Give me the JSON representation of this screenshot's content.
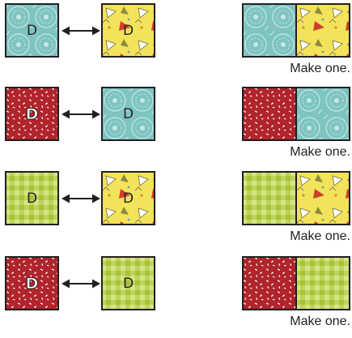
{
  "fabrics": {
    "teal": {
      "name": "teal-medallion",
      "base": "#7ec4c0",
      "accent": "#c9e7e3"
    },
    "yellow": {
      "name": "yellow-geometric",
      "base": "#f2e35a",
      "accent": "#d23c2f"
    },
    "red": {
      "name": "red-confetti",
      "base": "#b0242c",
      "accent": "#ffffff"
    },
    "green": {
      "name": "green-gingham",
      "base": "#a6c436",
      "accent": "#cfe07a"
    }
  },
  "rows": [
    {
      "left": {
        "fabric": "teal",
        "label": "D"
      },
      "right": {
        "fabric": "yellow",
        "label": "D"
      },
      "result": [
        "teal",
        "yellow"
      ],
      "caption": "Make one."
    },
    {
      "left": {
        "fabric": "red",
        "label": "D"
      },
      "right": {
        "fabric": "teal",
        "label": "D"
      },
      "result": [
        "red",
        "teal"
      ],
      "caption": "Make one."
    },
    {
      "left": {
        "fabric": "green",
        "label": "D"
      },
      "right": {
        "fabric": "yellow",
        "label": "D"
      },
      "result": [
        "green",
        "yellow"
      ],
      "caption": "Make one."
    },
    {
      "left": {
        "fabric": "red",
        "label": "D"
      },
      "right": {
        "fabric": "green",
        "label": "D"
      },
      "result": [
        "red",
        "green"
      ],
      "caption": "Make one."
    }
  ]
}
